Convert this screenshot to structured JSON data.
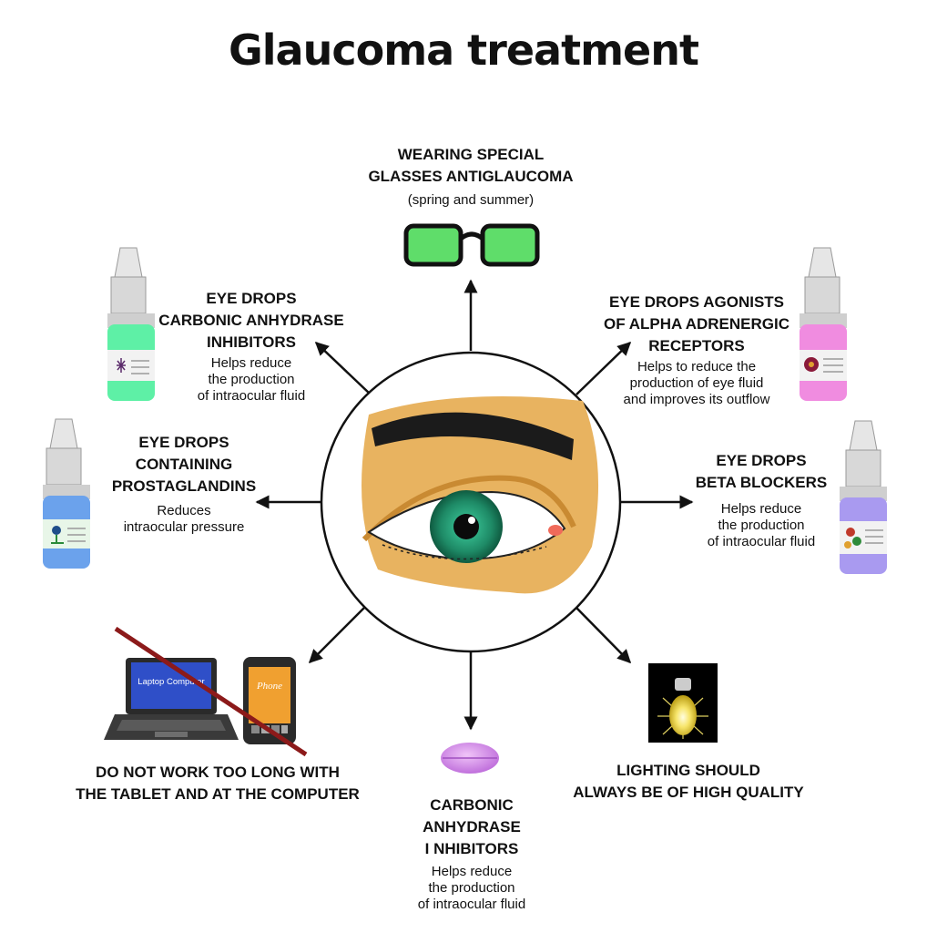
{
  "title": "Glaucoma treatment",
  "treatments": {
    "glasses": {
      "line1": "WEARING SPECIAL",
      "line2": "GLASSES ANTIGLAUCOMA",
      "desc": "(spring and summer)"
    },
    "carbonic_drops": {
      "line1": "EYE DROPS",
      "line2": "CARBONIC ANHYDRASE",
      "line3": "INHIBITORS",
      "desc1": "Helps reduce",
      "desc2": "the production",
      "desc3": "of intraocular fluid"
    },
    "alpha_drops": {
      "line1": "EYE DROPS AGONISTS",
      "line2": "OF ALPHA ADRENERGIC",
      "line3": "RECEPTORS",
      "desc1": "Helps to reduce the",
      "desc2": "production of eye fluid",
      "desc3": "and improves its outflow"
    },
    "prostaglandin_drops": {
      "line1": "EYE DROPS",
      "line2": "CONTAINING",
      "line3": "PROSTAGLANDINS",
      "desc1": "Reduces",
      "desc2": "intraocular pressure"
    },
    "beta_drops": {
      "line1": "EYE DROPS",
      "line2": "BETA BLOCKERS",
      "desc1": "Helps reduce",
      "desc2": "the production",
      "desc3": "of intraocular fluid"
    },
    "devices": {
      "line1": "DO NOT WORK TOO LONG WITH",
      "line2": "THE TABLET AND AT THE COMPUTER"
    },
    "pill": {
      "line1": "CARBONIC",
      "line2": "ANHYDRASE",
      "line3": "I NHIBITORS",
      "desc1": "Helps reduce",
      "desc2": "the production",
      "desc3": "of intraocular fluid"
    },
    "lighting": {
      "line1": "LIGHTING SHOULD",
      "line2": "ALWAYS BE OF HIGH QUALITY"
    }
  },
  "screen_labels": {
    "laptop": "Laptop Computer",
    "phone": "Phone"
  },
  "colors": {
    "glasses_lens": "#5fdd6a",
    "bottle_green": "#5ef0a6",
    "bottle_pink": "#f08ce0",
    "bottle_blue": "#6ba2ec",
    "bottle_violet": "#a99af0",
    "skin": "#e8b360",
    "iris": "#1e8a66",
    "pill": "#d68ce8",
    "cross_line": "#8c1a1a"
  }
}
